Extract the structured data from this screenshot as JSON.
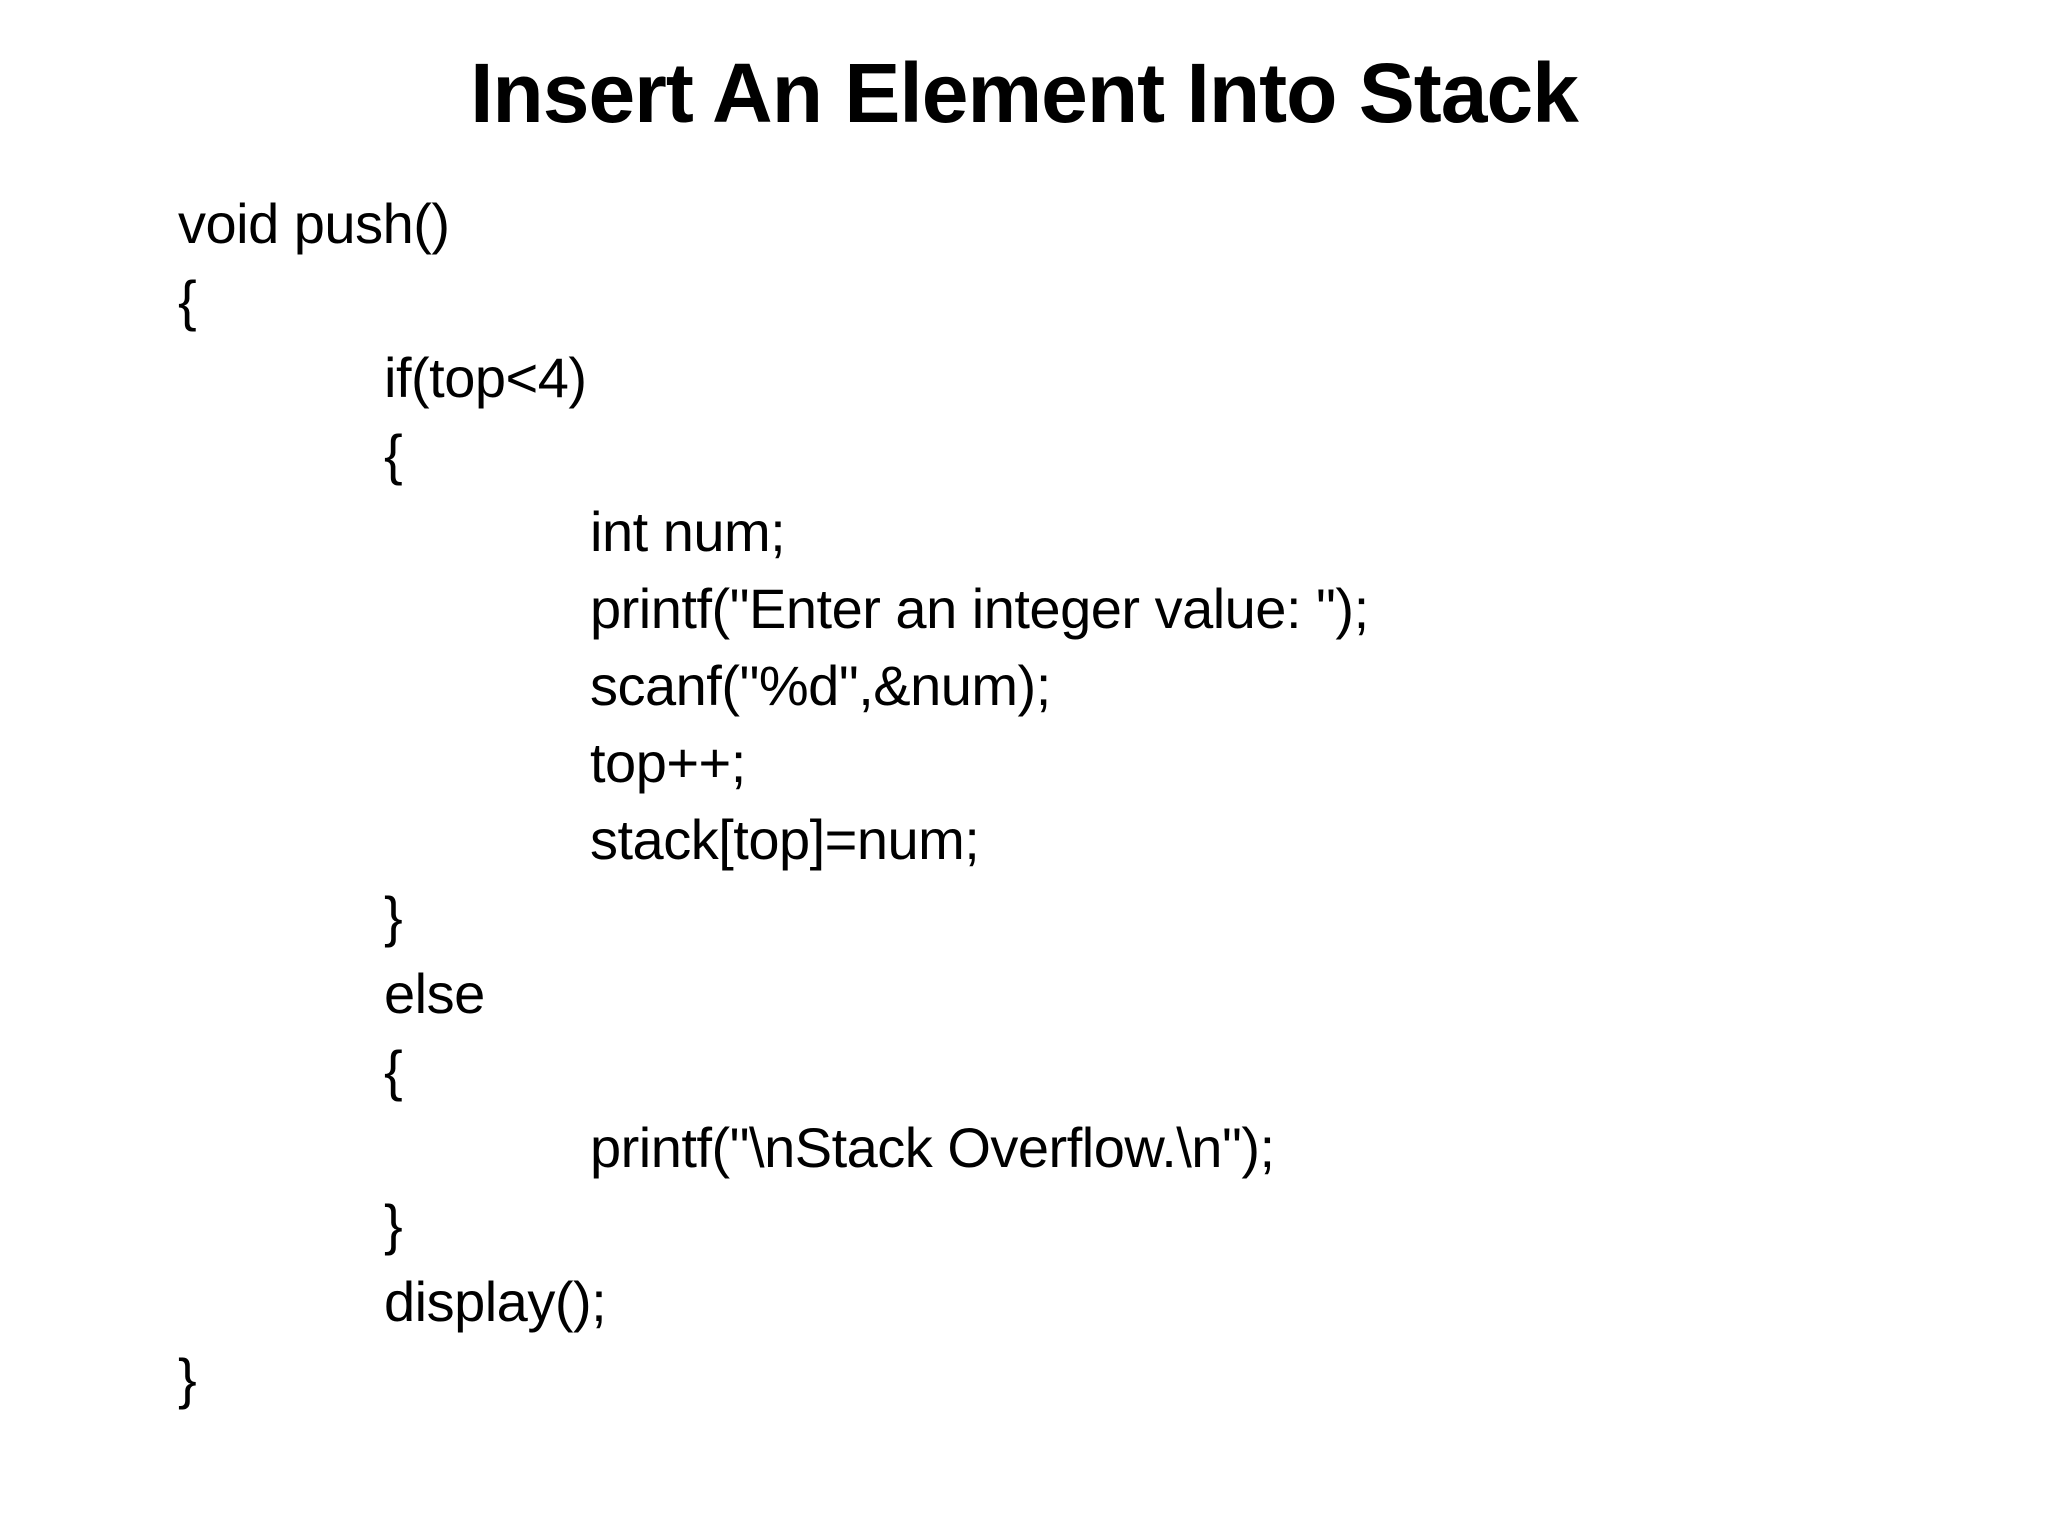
{
  "slide": {
    "title": "Insert An Element Into Stack",
    "code": {
      "language": "c",
      "lines": [
        {
          "indent": 0,
          "text": "void push()"
        },
        {
          "indent": 0,
          "text": "{"
        },
        {
          "indent": 1,
          "text": "if(top<4)"
        },
        {
          "indent": 1,
          "text": "{"
        },
        {
          "indent": 2,
          "text": "int num;"
        },
        {
          "indent": 2,
          "text": "printf(\"Enter an integer value: \");"
        },
        {
          "indent": 2,
          "text": "scanf(\"%d\",&num);"
        },
        {
          "indent": 2,
          "text": "top++;"
        },
        {
          "indent": 2,
          "text": "stack[top]=num;"
        },
        {
          "indent": 1,
          "text": "}"
        },
        {
          "indent": 1,
          "text": "else"
        },
        {
          "indent": 1,
          "text": "{"
        },
        {
          "indent": 2,
          "text": "printf(\"\\nStack Overflow.\\n\");"
        },
        {
          "indent": 1,
          "text": "}"
        },
        {
          "indent": 1,
          "text": "display();"
        },
        {
          "indent": 0,
          "text": "}"
        }
      ]
    }
  },
  "colors": {
    "background": "#ffffff",
    "text": "#000000"
  }
}
